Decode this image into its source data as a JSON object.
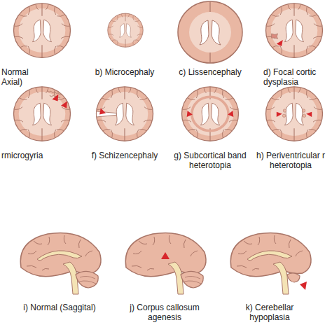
{
  "diagram": {
    "labels": [
      "Normal Axial)",
      "b) Microcephaly",
      "c) Lissencephaly",
      "d) Focal cortic dysplasia",
      "rmicrogyria",
      "f) Schizencephaly",
      "g) Subcortical band heterotopia",
      "h) Periventricular r heterotopia",
      "i) Normal (Saggital)",
      "j) Corpus callosum agenesis",
      "k) Cerebellar hypoplasia"
    ]
  }
}
